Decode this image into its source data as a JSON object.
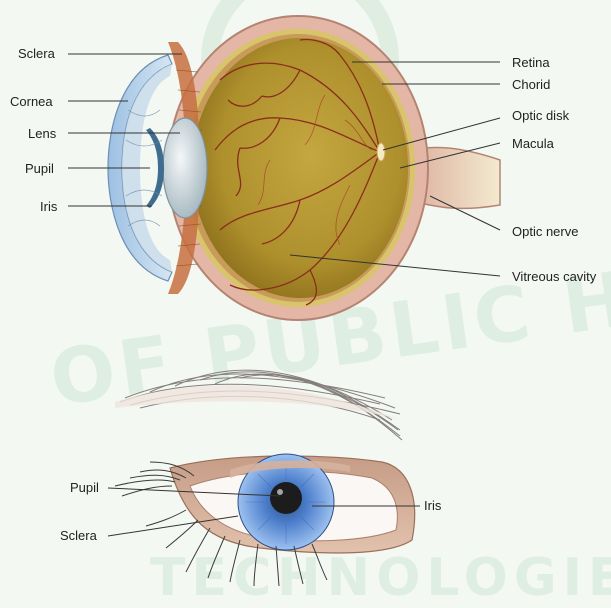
{
  "cross_section_labels": {
    "sclera": "Sclera",
    "cornea": "Cornea",
    "lens": "Lens",
    "pupil": "Pupil",
    "iris": "Iris",
    "retina": "Retina",
    "chorid": "Chorid",
    "optic_disk": "Optic disk",
    "macula": "Macula",
    "optic_nerve": "Optic nerve",
    "vitreous_cavity": "Vitreous cavity"
  },
  "front_view_labels": {
    "pupil": "Pupil",
    "sclera": "Sclera",
    "iris": "Iris"
  },
  "watermark": {
    "arc_text": "OF PUBLIC HE",
    "bottom_text": "TECHNOLOGIE"
  },
  "colors": {
    "background": "#f3f8f3",
    "sclera_outer": "#e4b6a6",
    "vitreous": "#b79a32",
    "vessels": "#8b2d1c",
    "cornea": "#a9c9e6",
    "iris_front": "#6f9fdc",
    "skin": "#cfa58e"
  }
}
